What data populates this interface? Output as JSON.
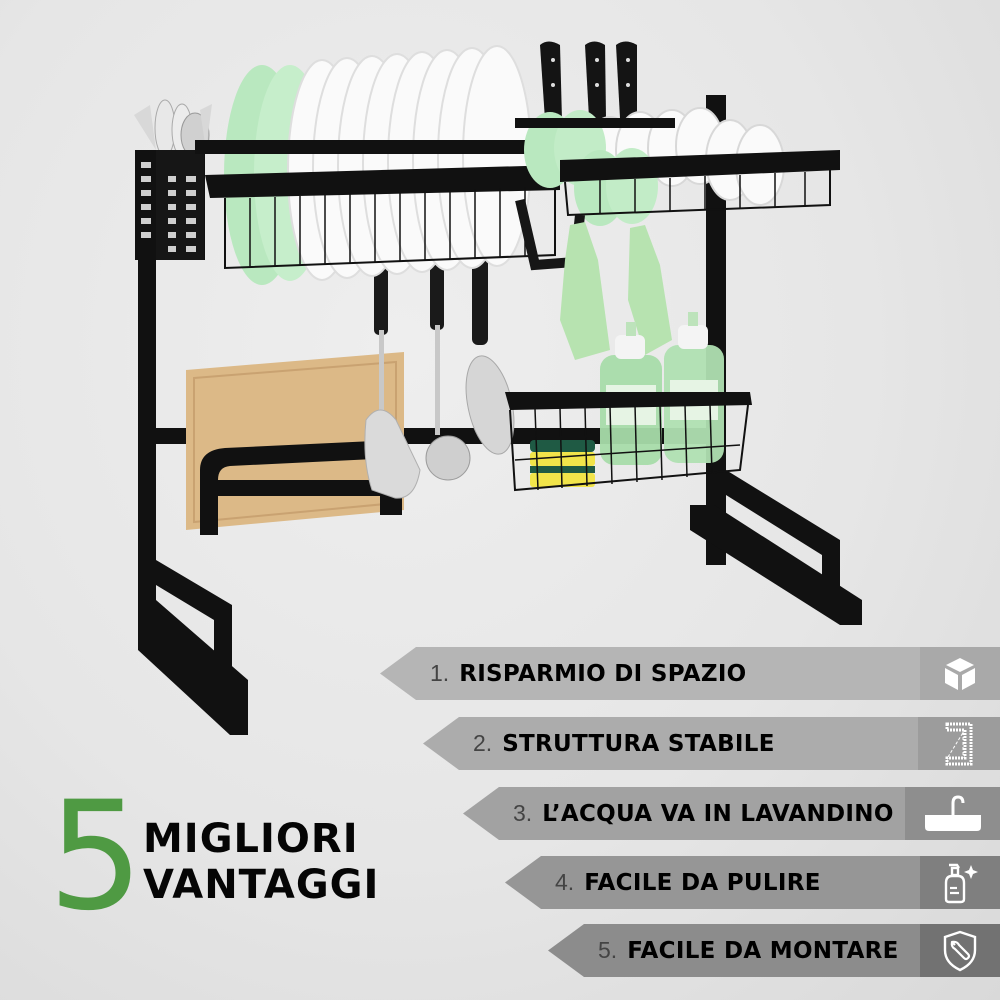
{
  "headline": {
    "number": "5",
    "line1": "MIGLIORI",
    "line2": "VANTAGGI",
    "number_color": "#4f9a43"
  },
  "benefits": [
    {
      "index": "1.",
      "label": "RISPARMIO DI SPAZIO",
      "icon": "cube-icon",
      "arrow_color": "#b5b5b5",
      "box_color": "#a9a9a9"
    },
    {
      "index": "2.",
      "label": "STRUTTURA STABILE",
      "icon": "stable-structure-icon",
      "arrow_color": "#acacac",
      "box_color": "#9c9c9c"
    },
    {
      "index": "3.",
      "label": "L’ACQUA VA IN LAVANDINO",
      "icon": "sink-icon",
      "arrow_color": "#a2a2a2",
      "box_color": "#8e8e8e"
    },
    {
      "index": "4.",
      "label": "FACILE DA PULIRE",
      "icon": "soap-dispenser-sparkle-icon",
      "arrow_color": "#969696",
      "box_color": "#7f7f7f"
    },
    {
      "index": "5.",
      "label": "FACILE DA MONTARE",
      "icon": "shield-wrench-icon",
      "arrow_color": "#8c8c8c",
      "box_color": "#727272"
    }
  ],
  "product": {
    "name": "over-sink dish drying rack",
    "frame_color": "#111111",
    "plate_green": "#b9e8bf",
    "board_color": "#dcb987"
  }
}
